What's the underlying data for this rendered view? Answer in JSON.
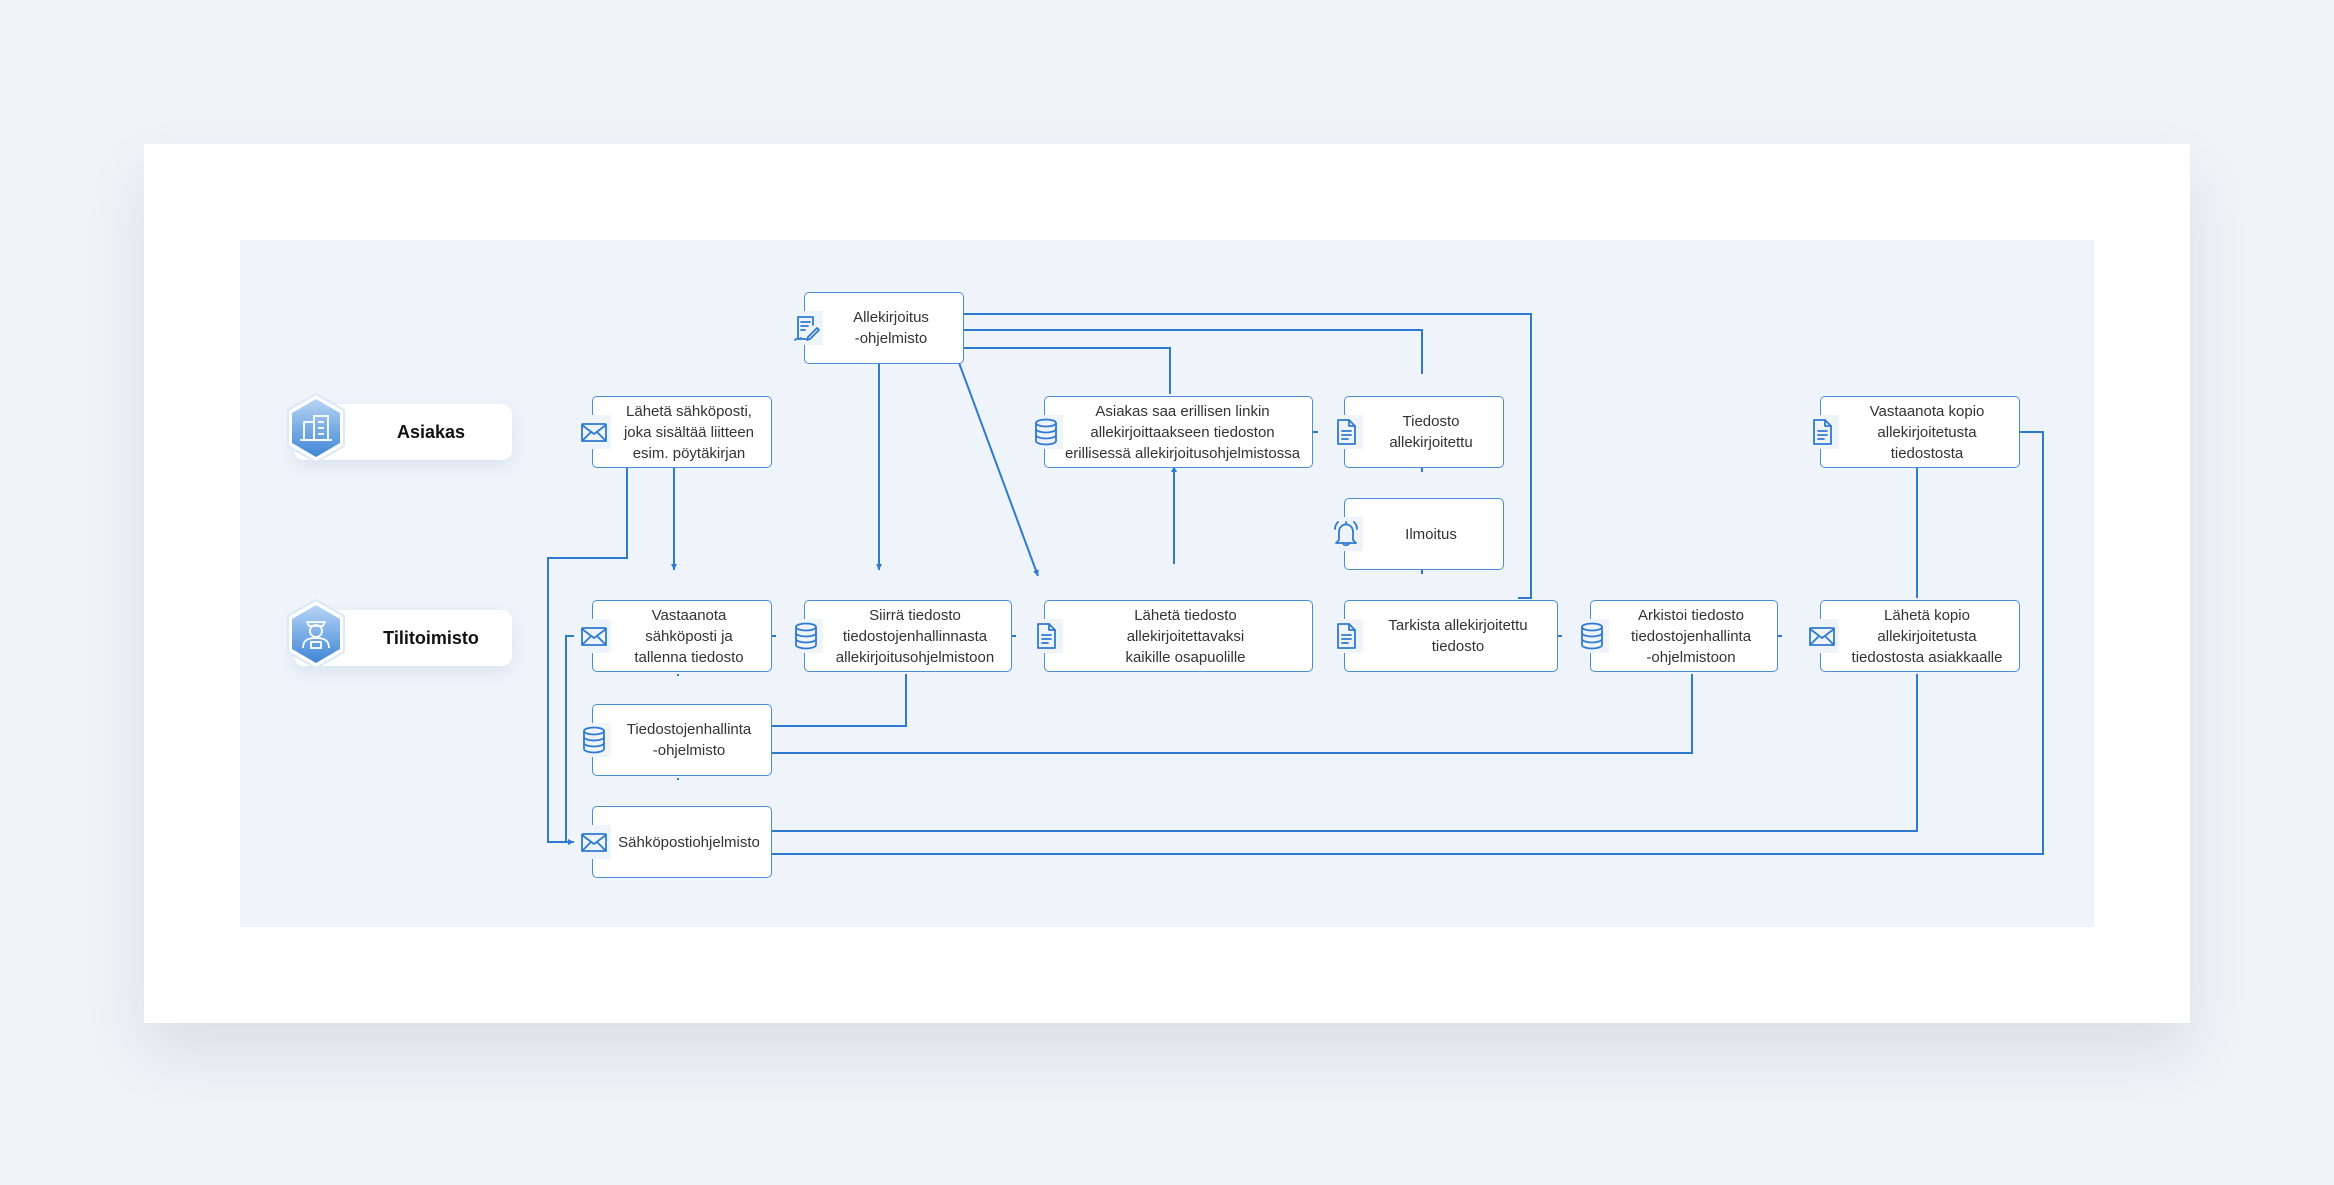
{
  "lanes": {
    "customer": "Asiakas",
    "office": "Tilitoimisto"
  },
  "nodes": {
    "send_email": "Lähetä sähköposti,\njoka sisältää liitteen\nesim. pöytäkirjan",
    "signing_software": "Allekirjoitus\n-ohjelmisto",
    "separate_link": "Asiakas saa erillisen linkin\nallekirjoittaakseen tiedoston\nerillisessä allekirjoitusohjelmistossa",
    "file_signed": "Tiedosto\nallekirjoitettu",
    "notification": "Ilmoitus",
    "receive_copy": "Vastaanota kopio\nallekirjoitetusta\ntiedostosta",
    "receive_email": "Vastaanota\nsähköposti ja\ntallenna tiedosto",
    "move_file": "Siirrä tiedosto\ntiedostojenhallinnasta\nallekirjoitusohjelmistoon",
    "send_for_signing": "Lähetä tiedosto\nallekirjoitettavaksi\nkaikille osapuolille",
    "check_signed": "Tarkista allekirjoitettu\ntiedosto",
    "archive": "Arkistoi tiedosto\ntiedostojenhallinta\n-ohjelmistoon",
    "send_copy": "Lähetä kopio\nallekirjoitetusta\ntiedostosta asiakkaalle",
    "file_mgmt": "Tiedostojenhallinta\n-ohjelmisto",
    "email_software": "Sähköpostiohjelmisto"
  },
  "colors": {
    "accent": "#2f7ad1",
    "canvas": "#eef4fa",
    "card": "#ffffff",
    "page": "#f1f3f7"
  },
  "icons": {
    "send_email": "envelope-icon",
    "signing_software": "signature-document-icon",
    "separate_link": "database-icon",
    "file_signed": "document-icon",
    "notification": "bell-icon",
    "receive_copy": "document-icon",
    "receive_email": "envelope-icon",
    "move_file": "database-icon",
    "send_for_signing": "document-icon",
    "check_signed": "document-icon",
    "archive": "database-icon",
    "send_copy": "envelope-icon",
    "file_mgmt": "database-icon",
    "email_software": "envelope-icon",
    "customer": "building-icon",
    "office": "accountant-icon"
  }
}
